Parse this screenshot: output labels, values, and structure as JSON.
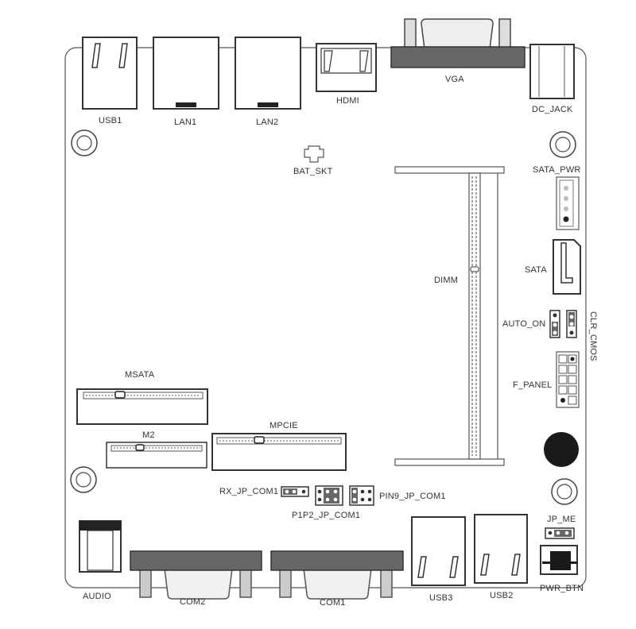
{
  "colors": {
    "outline": "#444444",
    "dark_fill": "#555555",
    "light_fill": "#d6d6d6",
    "board": "#ffffff"
  },
  "labels": {
    "usb1": "USB1",
    "lan1": "LAN1",
    "lan2": "LAN2",
    "hdmi": "HDMI",
    "vga": "VGA",
    "dc_jack": "DC_JACK",
    "bat_skt": "BAT_SKT",
    "sata_pwr": "SATA_PWR",
    "sata": "SATA",
    "dimm": "DIMM",
    "auto_on": "AUTO_ON",
    "clr_cmos": "CLR_CMOS",
    "f_panel": "F_PANEL",
    "msata": "MSATA",
    "m2": "M2",
    "mpcie": "MPCIE",
    "rx_jp_com1": "RX_JP_COM1",
    "pin9_jp_com1": "PIN9_JP_COM1",
    "p1p2_jp_com1": "P1P2_JP_COM1",
    "jp_me": "JP_ME",
    "audio": "AUDIO",
    "com2": "COM2",
    "com1": "COM1",
    "usb3": "USB3",
    "usb2": "USB2",
    "pwr_btn": "PWR_BTN"
  }
}
